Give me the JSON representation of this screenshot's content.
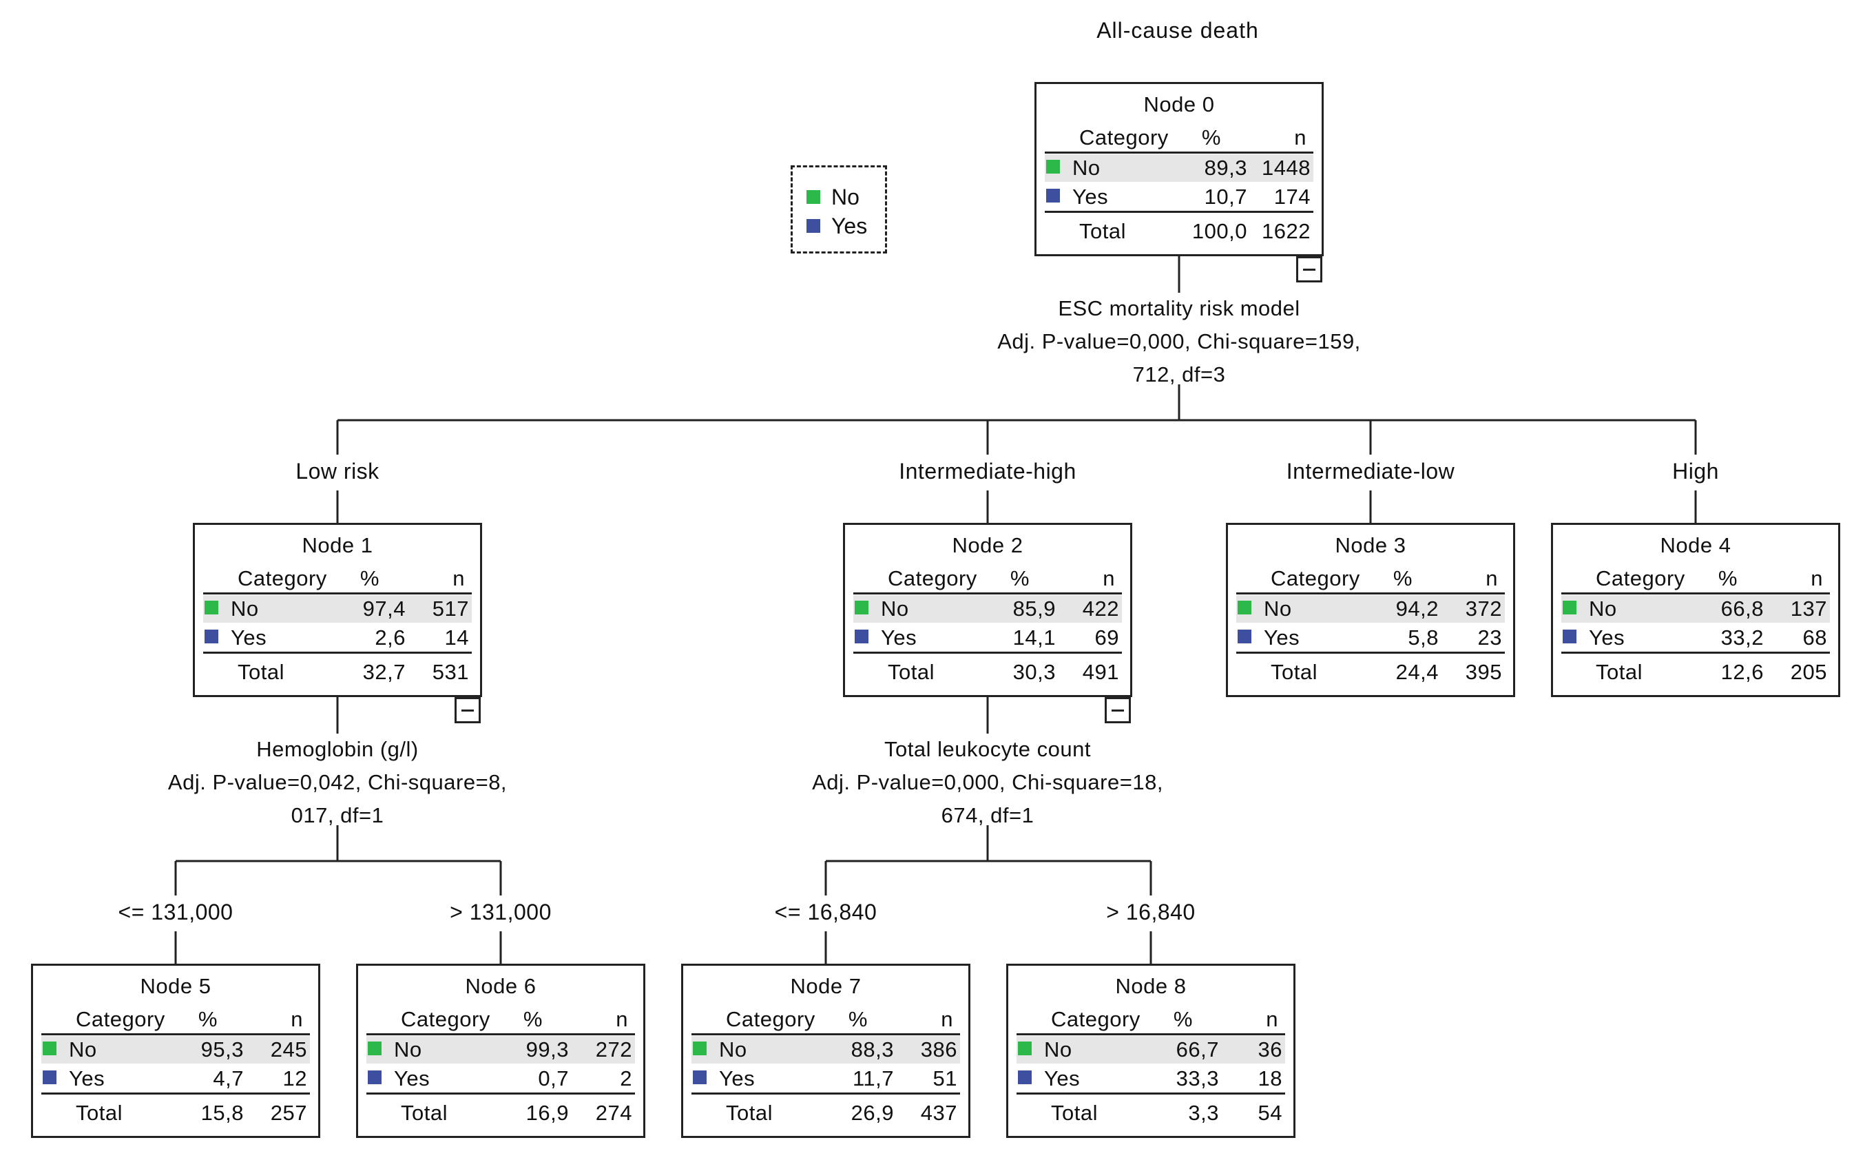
{
  "title": "All-cause death",
  "colors": {
    "no": "#2db84a",
    "yes": "#3f4fa0"
  },
  "legend": [
    {
      "label": "No",
      "color": "#2db84a"
    },
    {
      "label": "Yes",
      "color": "#3f4fa0"
    }
  ],
  "table_headers": {
    "category": "Category",
    "pct": "%",
    "n": "n"
  },
  "nodes": {
    "n0": {
      "title": "Node 0",
      "rows": [
        {
          "category": "No",
          "pct": "89,3",
          "n": "1448"
        },
        {
          "category": "Yes",
          "pct": "10,7",
          "n": "174"
        }
      ],
      "total": {
        "label": "Total",
        "pct": "100,0",
        "n": "1622"
      }
    },
    "n1": {
      "title": "Node 1",
      "rows": [
        {
          "category": "No",
          "pct": "97,4",
          "n": "517"
        },
        {
          "category": "Yes",
          "pct": "2,6",
          "n": "14"
        }
      ],
      "total": {
        "label": "Total",
        "pct": "32,7",
        "n": "531"
      }
    },
    "n2": {
      "title": "Node 2",
      "rows": [
        {
          "category": "No",
          "pct": "85,9",
          "n": "422"
        },
        {
          "category": "Yes",
          "pct": "14,1",
          "n": "69"
        }
      ],
      "total": {
        "label": "Total",
        "pct": "30,3",
        "n": "491"
      }
    },
    "n3": {
      "title": "Node 3",
      "rows": [
        {
          "category": "No",
          "pct": "94,2",
          "n": "372"
        },
        {
          "category": "Yes",
          "pct": "5,8",
          "n": "23"
        }
      ],
      "total": {
        "label": "Total",
        "pct": "24,4",
        "n": "395"
      }
    },
    "n4": {
      "title": "Node 4",
      "rows": [
        {
          "category": "No",
          "pct": "66,8",
          "n": "137"
        },
        {
          "category": "Yes",
          "pct": "33,2",
          "n": "68"
        }
      ],
      "total": {
        "label": "Total",
        "pct": "12,6",
        "n": "205"
      }
    },
    "n5": {
      "title": "Node 5",
      "rows": [
        {
          "category": "No",
          "pct": "95,3",
          "n": "245"
        },
        {
          "category": "Yes",
          "pct": "4,7",
          "n": "12"
        }
      ],
      "total": {
        "label": "Total",
        "pct": "15,8",
        "n": "257"
      }
    },
    "n6": {
      "title": "Node 6",
      "rows": [
        {
          "category": "No",
          "pct": "99,3",
          "n": "272"
        },
        {
          "category": "Yes",
          "pct": "0,7",
          "n": "2"
        }
      ],
      "total": {
        "label": "Total",
        "pct": "16,9",
        "n": "274"
      }
    },
    "n7": {
      "title": "Node 7",
      "rows": [
        {
          "category": "No",
          "pct": "88,3",
          "n": "386"
        },
        {
          "category": "Yes",
          "pct": "11,7",
          "n": "51"
        }
      ],
      "total": {
        "label": "Total",
        "pct": "26,9",
        "n": "437"
      }
    },
    "n8": {
      "title": "Node 8",
      "rows": [
        {
          "category": "No",
          "pct": "66,7",
          "n": "36"
        },
        {
          "category": "Yes",
          "pct": "33,3",
          "n": "18"
        }
      ],
      "total": {
        "label": "Total",
        "pct": "3,3",
        "n": "54"
      }
    }
  },
  "splits": {
    "s0": {
      "lines": [
        "ESC mortality risk model",
        "Adj. P-value=0,000, Chi-square=159,",
        "712, df=3"
      ]
    },
    "s1": {
      "lines": [
        "Hemoglobin (g/l)",
        "Adj. P-value=0,042, Chi-square=8,",
        "017, df=1"
      ]
    },
    "s2": {
      "lines": [
        "Total leukocyte count",
        "Adj. P-value=0,000, Chi-square=18,",
        "674, df=1"
      ]
    }
  },
  "edges": {
    "e1": "Low risk",
    "e2": "Intermediate-high",
    "e3": "Intermediate-low",
    "e4": "High",
    "e5": "<= 131,000",
    "e6": "> 131,000",
    "e7": "<= 16,840",
    "e8": "> 16,840"
  }
}
